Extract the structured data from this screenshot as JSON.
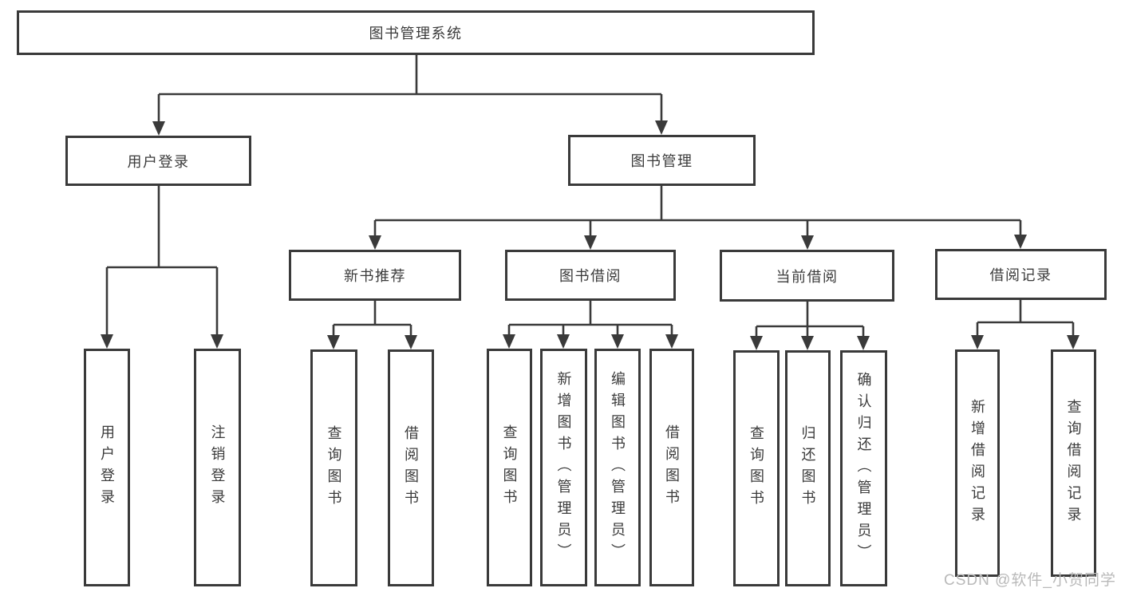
{
  "tree": {
    "root": "图书管理系统",
    "children": [
      {
        "label": "用户登录",
        "children": [
          {
            "label": "用户登录"
          },
          {
            "label": "注销登录"
          }
        ]
      },
      {
        "label": "图书管理",
        "children": [
          {
            "label": "新书推荐",
            "children": [
              {
                "label": "查询图书"
              },
              {
                "label": "借阅图书"
              }
            ]
          },
          {
            "label": "图书借阅",
            "children": [
              {
                "label": "查询图书"
              },
              {
                "label": "新增图书（管理员）"
              },
              {
                "label": "编辑图书（管理员）"
              },
              {
                "label": "借阅图书"
              }
            ]
          },
          {
            "label": "当前借阅",
            "children": [
              {
                "label": "查询图书"
              },
              {
                "label": "归还图书"
              },
              {
                "label": "确认归还（管理员）"
              }
            ]
          },
          {
            "label": "借阅记录",
            "children": [
              {
                "label": "新增借阅记录"
              },
              {
                "label": "查询借阅记录"
              }
            ]
          }
        ]
      }
    ]
  },
  "watermark": {
    "text": "CSDN @软件_小贺同学"
  },
  "colors": {
    "line": "#3a3a3a",
    "text": "#3b3b3b",
    "background": "#ffffff",
    "watermark": "#b9b9b9"
  }
}
